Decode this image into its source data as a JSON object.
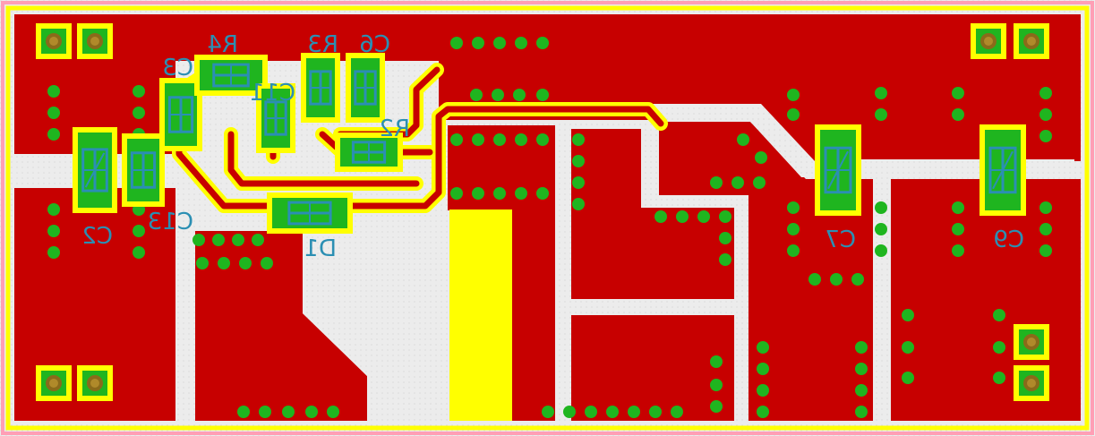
{
  "colors": {
    "copper": "#c70000",
    "board": "#ececec",
    "outline": "#ffff00",
    "frame": "#ff9fb5",
    "via": "#1fb51f",
    "pad": "#1fb51f",
    "silk": "#2b8fb3",
    "trace_border": "#ffff00"
  },
  "labels": {
    "r4": "R4",
    "r3": "R3",
    "c6": "C6",
    "c3": "C3",
    "c11": "C11",
    "r2": "R2",
    "c2": "C2",
    "c13": "C13",
    "d1": "D1",
    "c7": "C7",
    "c9": "C9"
  }
}
